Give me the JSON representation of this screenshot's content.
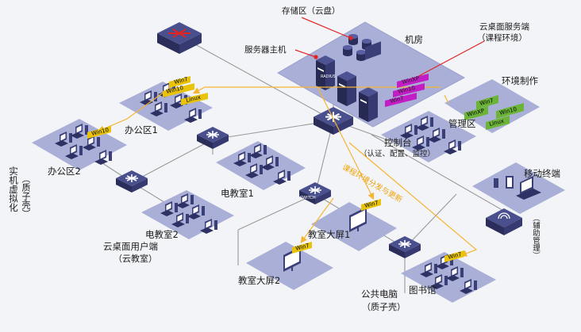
{
  "labels": {
    "storage": "存储区（云盘）",
    "server_host": "服务器主机",
    "cloud_desktop_server": "云桌面服务端",
    "course_env": "（课程环境）",
    "machine_room": "机房",
    "env_make": "环境制作",
    "mgmt_area": "管理区",
    "console": "控制台",
    "console_sub": "（认证、配置、监控）",
    "mobile_terminal": "移动终端",
    "assist_mgmt": "（辅助管理）",
    "office1": "办公区1",
    "office2": "办公区2",
    "physical_virt": "实机虚拟化",
    "physical_virt_sub": "（质子壳）",
    "classroom1": "电教室1",
    "classroom2": "电教室2",
    "cloud_user": "云桌面用户端",
    "cloud_user_sub": "（云教室）",
    "screen1": "教室大屏1",
    "screen2": "教室大屏2",
    "public_pc": "公共电脑",
    "public_pc_sub": "（质子壳）",
    "library": "图书馆",
    "dist_update": "课程环境分发与更新"
  },
  "os_tags": {
    "office1": [
      "Win7",
      "Win10",
      "Linux"
    ],
    "office2": [
      "Win10"
    ],
    "server": [
      "WinXP",
      "Win10",
      "Win7"
    ],
    "env_make": [
      "Win7",
      "Win10",
      "WinXP",
      "Linux"
    ],
    "screen1": [
      "Win7"
    ],
    "screen2": [
      "Win7"
    ],
    "library": [
      "Win7"
    ]
  },
  "device_text": {
    "switch": "SWITCH",
    "server": "RADIUS"
  },
  "colors": {
    "platform": "#a9afd6",
    "platform_edge": "#8f96c7",
    "device": "#3b3f77",
    "line": "#9a9a9a",
    "dist_line": "#f5b531",
    "red": "#e02424",
    "os_yellow": "#e8c30a",
    "os_magenta": "#c21ec6",
    "os_green": "#6cb437"
  }
}
